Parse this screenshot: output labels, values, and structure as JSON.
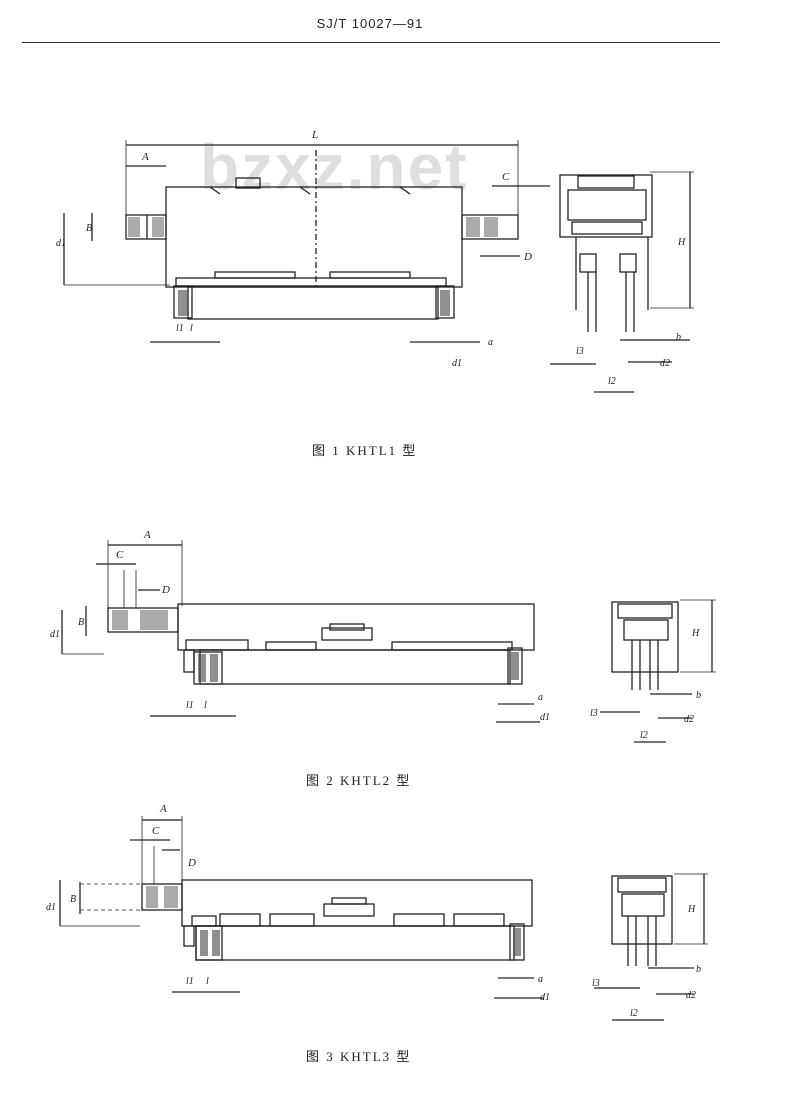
{
  "header": {
    "code": "SJ/T 10027—91"
  },
  "watermark": "bzxz.net",
  "figures": [
    {
      "caption": "图 1   KHTL1 型",
      "labels": {
        "L": "L",
        "A": "A",
        "C": "C",
        "D": "D",
        "H": "H",
        "B": "B",
        "d1": "d1",
        "l1": "l1",
        "l": "l",
        "a": "a",
        "b": "b",
        "d2": "d2",
        "l2": "l2",
        "l3": "l3"
      }
    },
    {
      "caption": "图 2   KHTL2 型",
      "labels": {
        "A": "A",
        "C": "C",
        "D": "D",
        "H": "H",
        "B": "B",
        "d1": "d1",
        "l1": "l1",
        "l": "l",
        "a": "a",
        "b": "b",
        "d2": "d2",
        "l2": "l2",
        "l3": "l3"
      }
    },
    {
      "caption": "图 3   KHTL3 型",
      "labels": {
        "A": "A",
        "C": "C",
        "D": "D",
        "H": "H",
        "B": "B",
        "d1": "d1",
        "l1": "l1",
        "l": "l",
        "a": "a",
        "b": "b",
        "d2": "d2",
        "l2": "l2",
        "l3": "l3"
      }
    }
  ]
}
